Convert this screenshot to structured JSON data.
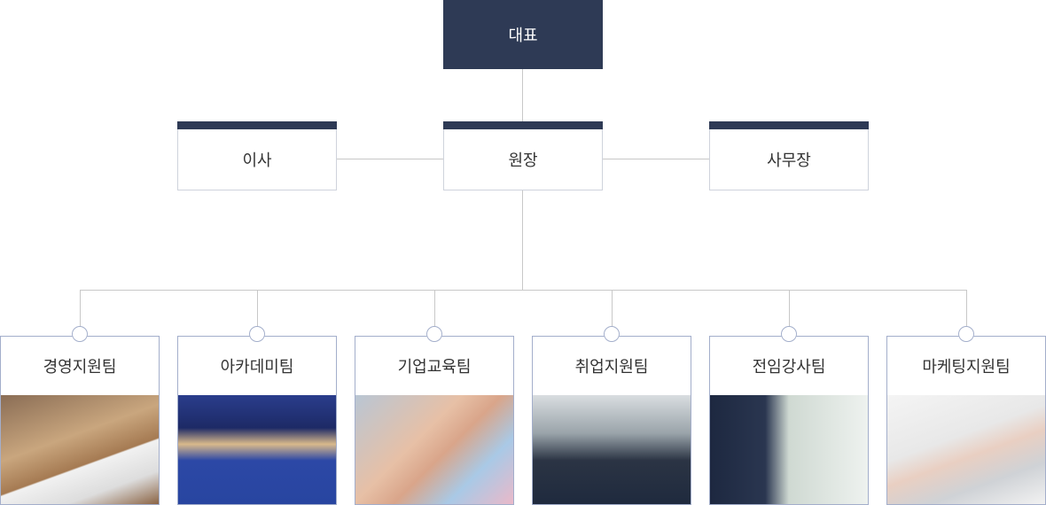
{
  "ceo": {
    "label": "대표"
  },
  "middle": [
    {
      "label": "이사"
    },
    {
      "label": "원장"
    },
    {
      "label": "사무장"
    }
  ],
  "teams": [
    {
      "label": "경영지원팀",
      "image": "business-documents-photo"
    },
    {
      "label": "아카데미팀",
      "image": "graduation-cap-photo"
    },
    {
      "label": "기업교육팀",
      "image": "team-hands-photo"
    },
    {
      "label": "취업지원팀",
      "image": "interview-meeting-photo"
    },
    {
      "label": "전임강사팀",
      "image": "lecturer-microphone-photo"
    },
    {
      "label": "마케팅지원팀",
      "image": "typing-keyboard-photo"
    }
  ],
  "colors": {
    "primary": "#2e3a55",
    "border": "#a3aecb",
    "line": "#c8c8c8"
  }
}
